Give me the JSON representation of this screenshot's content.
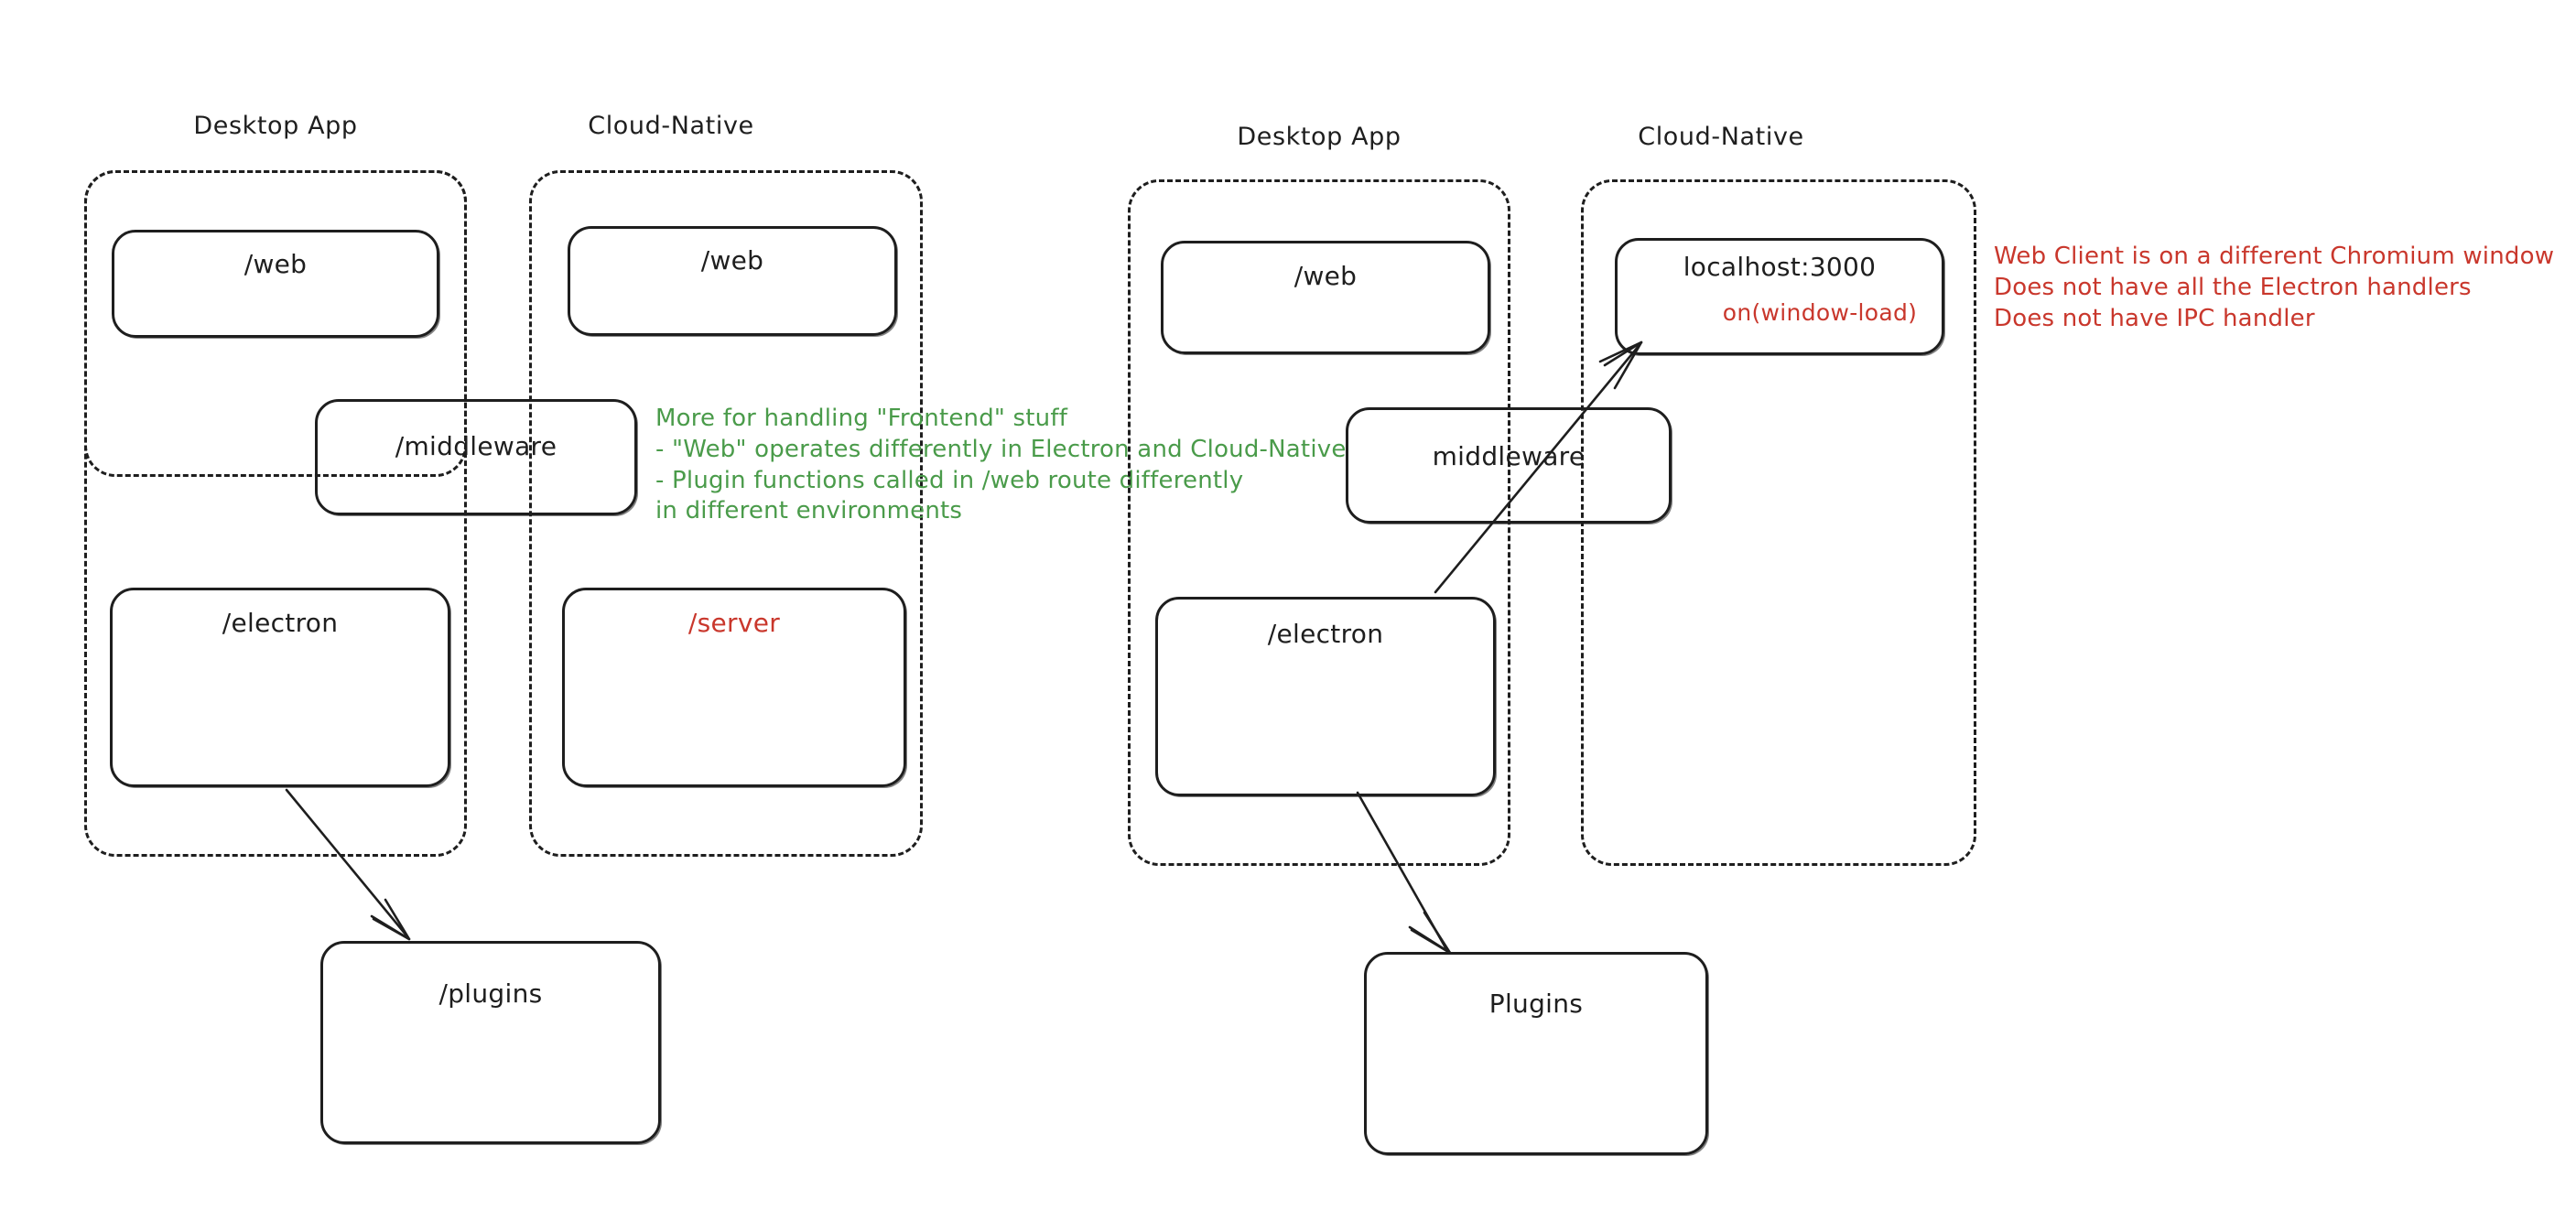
{
  "diagram": {
    "title": "Electron vs Cloud-Native routing architecture",
    "background": "#ffffff",
    "colors": {
      "stroke": "#1e1e1e",
      "green_note": "#4a9b4a",
      "red_note": "#c9372c"
    }
  },
  "left_panel": {
    "groups": [
      {
        "id": "left-desktop",
        "label": "Desktop App"
      },
      {
        "id": "left-cloud",
        "label": "Cloud-Native"
      }
    ],
    "nodes": [
      {
        "id": "left-desktop-web",
        "label": "/web",
        "color": "black"
      },
      {
        "id": "left-cloud-web",
        "label": "/web",
        "color": "black"
      },
      {
        "id": "left-middleware",
        "label": "/middleware",
        "color": "black"
      },
      {
        "id": "left-electron",
        "label": "/electron",
        "color": "black"
      },
      {
        "id": "left-server",
        "label": "/server",
        "color": "red"
      },
      {
        "id": "left-plugins",
        "label": "/plugins",
        "color": "black"
      }
    ],
    "note_green": "More for handling \"Frontend\" stuff\n- \"Web\" operates differently in Electron and Cloud-Native\n- Plugin functions called in /web route differently\nin different environments"
  },
  "right_panel": {
    "groups": [
      {
        "id": "right-desktop",
        "label": "Desktop App"
      },
      {
        "id": "right-cloud",
        "label": "Cloud-Native"
      }
    ],
    "nodes": [
      {
        "id": "right-desktop-web",
        "label": "/web",
        "color": "black"
      },
      {
        "id": "right-localhost",
        "label": "localhost:3000",
        "color": "black",
        "sublabel": "on(window-load)",
        "sublabel_color": "red"
      },
      {
        "id": "right-middleware",
        "label": "middleware",
        "color": "black"
      },
      {
        "id": "right-electron",
        "label": "/electron",
        "color": "black"
      },
      {
        "id": "right-plugins",
        "label": "Plugins",
        "color": "black"
      }
    ],
    "note_red": "Web Client is on a different Chromium window\nDoes not have all the Electron handlers\nDoes not have IPC handler"
  },
  "connectors": [
    {
      "id": "left-electron-to-plugins",
      "from": "/electron",
      "to": "/plugins",
      "style": "arrow"
    },
    {
      "id": "right-electron-to-plugins",
      "from": "/electron",
      "to": "Plugins",
      "style": "arrow"
    },
    {
      "id": "right-electron-to-localhost",
      "from": "/electron",
      "to": "localhost:3000",
      "style": "arrow"
    }
  ]
}
